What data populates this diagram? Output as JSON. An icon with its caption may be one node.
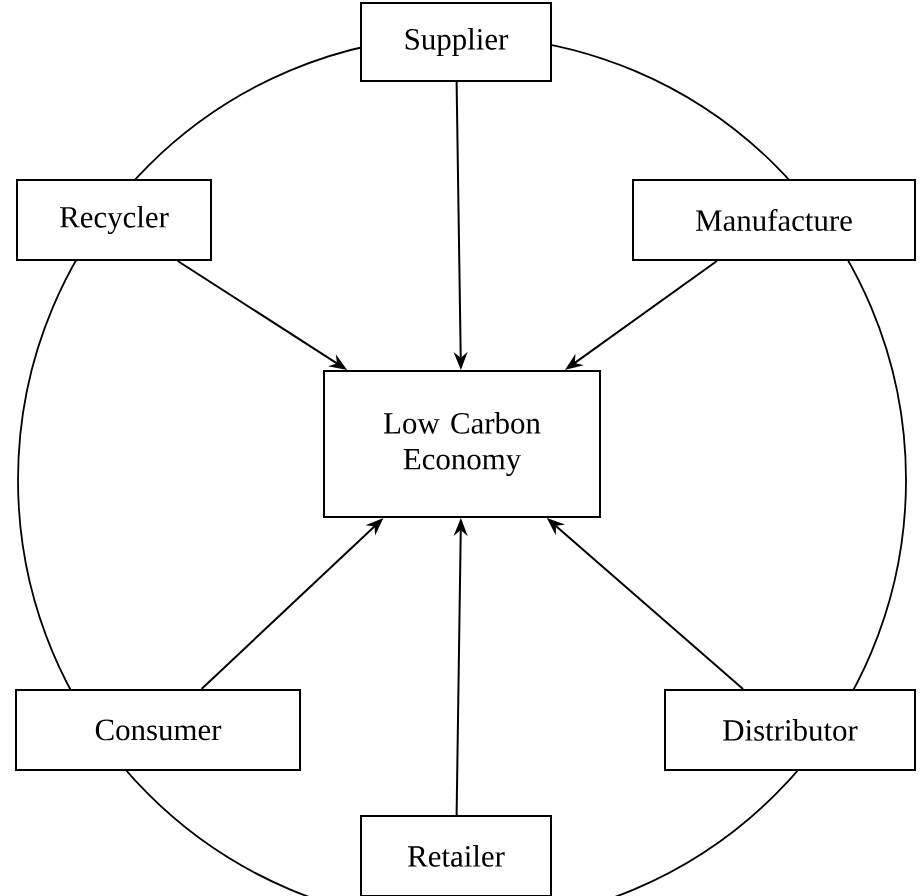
{
  "diagram": {
    "nodes": [
      {
        "text": [
          "Supplier"
        ]
      },
      {
        "text": [
          "Recycler"
        ]
      },
      {
        "text": [
          "Manufacture"
        ]
      },
      {
        "text": [
          "Low Carbon Economy"
        ]
      },
      {
        "text": [
          "Consumer"
        ]
      },
      {
        "text": [
          "Distributor"
        ]
      },
      {
        "text": [
          "Retailer"
        ]
      }
    ],
    "edges": [
      {
        "from": 0,
        "to": 3,
        "arrow": "to"
      },
      {
        "from": 1,
        "to": 3,
        "arrow": "to"
      },
      {
        "from": 2,
        "to": 3,
        "arrow": "to"
      },
      {
        "from": 4,
        "to": 3,
        "arrow": "to"
      },
      {
        "from": 5,
        "to": 3,
        "arrow": "to"
      },
      {
        "from": 6,
        "to": 3,
        "arrow": "to"
      }
    ]
  }
}
